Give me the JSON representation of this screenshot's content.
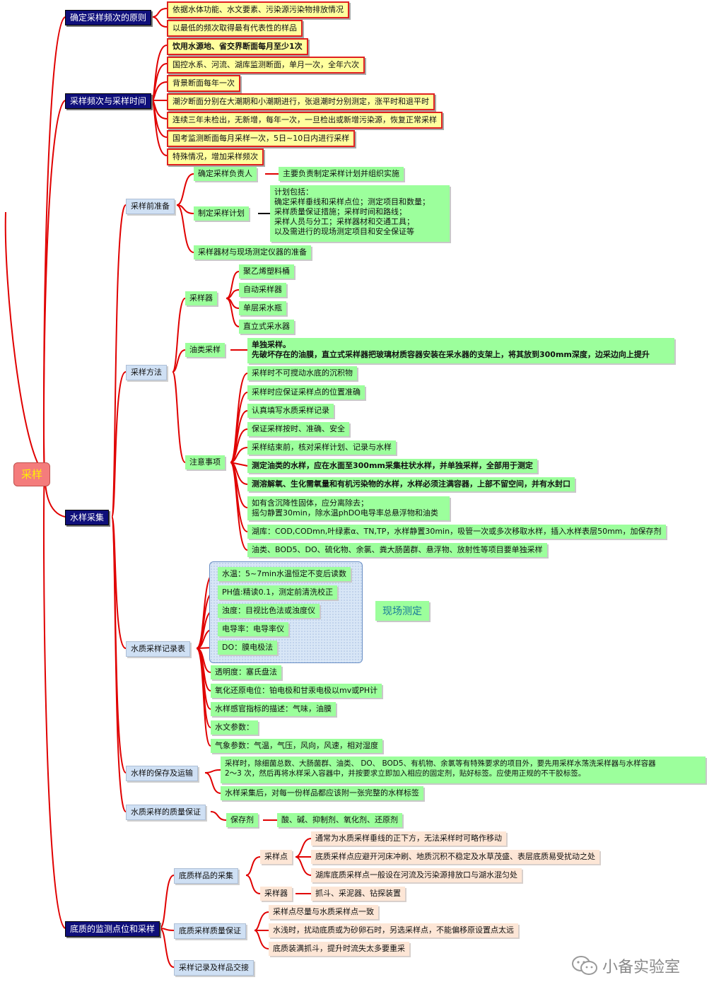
{
  "root": "采样",
  "b1": {
    "title": "确定采样频次的原则",
    "items": [
      "依据水体功能、水文要素、污染源污染物排放情况",
      "以最低的频次取得最有代表性的样品"
    ]
  },
  "b2": {
    "title": "采样频次与采样时间",
    "items": [
      "饮用水源地、省交界断面每月至少1次",
      "国控水系、河流、湖库监测断面，单月一次，全年六次",
      "背景断面每年一次",
      "潮汐断面分别在大潮期和小潮期进行，张退潮时分别测定，涨平时和退平时",
      "连续三年未检出，无新增，每年一次，一旦检出或新增污染源，恢复正常采样",
      "国考监测断面每月采样一次，5日~10日内进行采样",
      "特殊情况，增加采样频次"
    ]
  },
  "b3": {
    "title": "水样采集",
    "prep": {
      "title": "采样前准备",
      "person": "确定采样负责人",
      "person_desc": "主要负责制定采样计划并组织实施",
      "plan": "制定采样计划",
      "plan_desc": "计划包括：\n确定采样垂线和采样点位；测定项目和数量；\n采样质量保证措施；采样时间和路线；\n采样人员与分工；采样器材和交通工具；\n以及需进行的现场测定项目和安全保证等",
      "equip": "采样器材与现场测定仪器的准备"
    },
    "method": {
      "title": "采样方法",
      "sampler": "采样器",
      "sampler_items": [
        "聚乙烯塑料桶",
        "自动采样器",
        "单层采水瓶",
        "直立式采水器"
      ],
      "oil": "油类采样",
      "oil_desc": "单独采样。\n先破坏存在的油膜，直立式采样器把玻璃材质容器安装在采水器的支架上，将其放到300mm深度，边采边向上提升",
      "notes": "注意事项",
      "notes_items": [
        "采样时不可搅动水底的沉积物",
        "采样时应保证采样点的位置准确",
        "认真填写水质采样记录",
        "保证采样按时、准确、安全",
        "采样结束前，核对采样计划、记录与水样",
        "测定油类的水样，应在水面至300mm采集柱状水样，并单独采样，全部用于测定",
        "测溶解氧、生化需氧量和有机污染物的水样，水样必须注满容器，上部不留空间，并有水封口",
        "如有含沉降性固体，应分离除去；\n摇匀静置30min，除水温phDO电导率总悬浮物和油类",
        "湖库：COD,CODmn,叶绿素α、TN,TP，水样静置30min，吸管一次或多次移取水样，插入水样表层50mm，加保存剂",
        "油类、BOD5、DO、硫化物、余氯、粪大肠菌群、悬浮物、放射性等项目要单独采样"
      ]
    },
    "record": {
      "title": "水质采样记录表",
      "field_label": "现场测定",
      "field_items": [
        "水温：5~7min水温恒定不变后读数",
        "PH值:精读0.1，测定前清洗校正",
        "浊度：目视比色法或浊度仪",
        "电导率：电导率仪",
        "DO：膜电极法"
      ],
      "other_items": [
        "透明度：塞氏盘法",
        "氧化还原电位：铂电极和甘汞电极以mv或PH计",
        "水样感官指标的描述：气味，油膜",
        "水文参数：",
        "气象参数：气温，气压，风向，风速，相对湿度"
      ]
    },
    "storage": {
      "title": "水样的保存及运输",
      "items": [
        "采样时，除细菌总数、大肠菌群、油类、 DO、 BOD5、有机物、余氯等有特殊要求的项目外，要先用采样水荡洗采样器与水样容器\n2～3 次，然后再将水样采入容器中，并按要求立即加入相应的固定剂，贴好标签。应使用正规的不干胶标签。",
        "水样采集后，对每一份样品都应该附一张完整的水样标签"
      ]
    },
    "quality": {
      "title": "水质采样的质量保证",
      "preserve": "保存剂",
      "preserve_desc": "酸、碱、抑制剂、氧化剂、还原剂"
    }
  },
  "b4": {
    "title": "底质的监测点位和采样",
    "collect": {
      "title": "底质样品的采集",
      "point": "采样点",
      "point_items": [
        "通常为水质采样垂线的正下方，无法采样时可略作移动",
        "底质采样点应避开河床冲刷、地质沉积不稳定及水草茂盛、表层底质易受扰动之处",
        "湖库底质采样点一般设在河流及污染源排放口与湖水混匀处"
      ],
      "tool": "采样器",
      "tool_desc": "抓斗、采泥器、钻探装置"
    },
    "qa": {
      "title": "底质采样质量保证",
      "items": [
        "采样点尽量与水质采样点一致",
        "水浅时，扰动底质或为砂卵石时，另选采样点，不能偏移原设置点太远",
        "底质装满抓斗，提升时流失太多要重采"
      ]
    },
    "handover": "采样记录及样品交接"
  },
  "watermark": "小备实验室"
}
